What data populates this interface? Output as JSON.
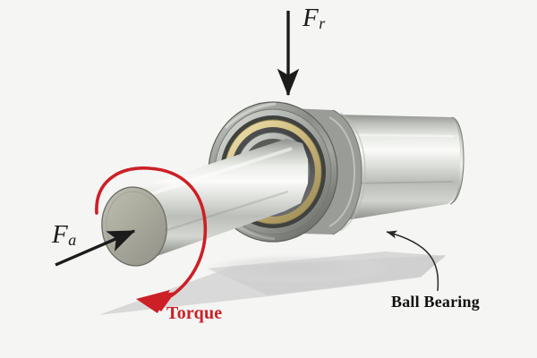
{
  "figure": {
    "title": "Ball bearing on shaft with applied loads",
    "background_color": "#f5f5f4"
  },
  "annotations": {
    "radial_force": {
      "symbol": "F",
      "subscript": "r",
      "name": "radial-force-label",
      "color": "#1b1b1b",
      "arrow_direction": "down"
    },
    "axial_force": {
      "symbol": "F",
      "subscript": "a",
      "name": "axial-force-label",
      "color": "#1b1b1b",
      "arrow_direction": "up-right"
    },
    "torque": {
      "label": "Torque",
      "color": "#cc2026",
      "arrow_direction": "counter-clockwise"
    },
    "ball_bearing": {
      "label": "Ball Bearing",
      "color": "#111111",
      "leader": "curved-arrow-up-left"
    }
  },
  "colors": {
    "background": "#f5f5f4",
    "shadow": "#d2d2d2",
    "steel_light": "#e3e4e2",
    "steel_mid": "#b4b6b2",
    "steel_dark": "#6f7370",
    "brass": "#d9c88c",
    "brass_dark": "#9a8b52",
    "shaft_face": "#a9a99c",
    "red": "#cc2026",
    "black": "#1b1b1b"
  },
  "parts": {
    "shaft_left": "shaft-left-cylinder",
    "shaft_right": "shaft-right-cylinder",
    "shaft_end_face": "shaft-end-face",
    "bearing_outer_race": "bearing-outer-race",
    "bearing_inner_race": "bearing-inner-race",
    "bearing_cage": "bearing-brass-cage"
  }
}
